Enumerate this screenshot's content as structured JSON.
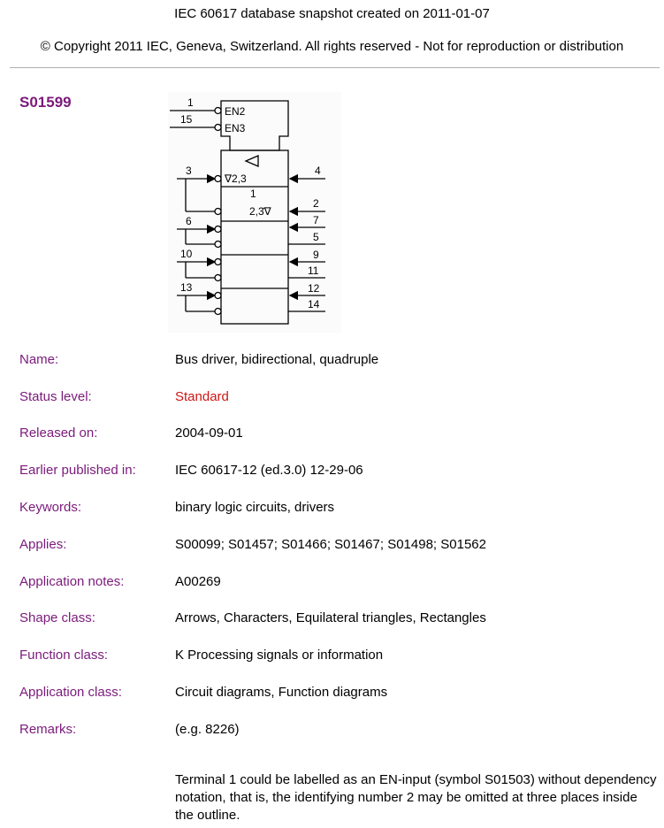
{
  "header": {
    "line1": "IEC 60617 database snapshot created on 2011-01-07",
    "line2": "© Copyright 2011 IEC, Geneva, Switzerland. All rights reserved - Not for reproduction or distribution"
  },
  "symbol": {
    "id": "S01599",
    "diagram": {
      "labels": {
        "en2": "EN2",
        "en3": "EN3",
        "tri_dep": "∇2,3",
        "one": "1",
        "dep2": "2,3̄∇",
        "p1": "1",
        "p15": "15",
        "p3": "3",
        "p4": "4",
        "p2": "2",
        "p7": "7",
        "p6": "6",
        "p5": "5",
        "p9": "9",
        "p10": "10",
        "p11": "11",
        "p12": "12",
        "p13": "13",
        "p14": "14"
      }
    }
  },
  "fields": [
    {
      "label": "Name:",
      "value": "Bus driver, bidirectional, quadruple"
    },
    {
      "label": "Status level:",
      "value": "Standard"
    },
    {
      "label": "Released on:",
      "value": "2004-09-01"
    },
    {
      "label": "Earlier published in:",
      "value": "IEC 60617-12 (ed.3.0) 12-29-06"
    },
    {
      "label": "Keywords:",
      "value": "binary logic circuits, drivers"
    },
    {
      "label": "Applies:",
      "value": "S00099; S01457; S01466; S01467; S01498; S01562"
    },
    {
      "label": "Application notes:",
      "value": "A00269"
    },
    {
      "label": "Shape class:",
      "value": "Arrows, Characters, Equilateral triangles, Rectangles"
    },
    {
      "label": "Function class:",
      "value": "K Processing signals or information"
    },
    {
      "label": "Application class:",
      "value": "Circuit diagrams, Function diagrams"
    },
    {
      "label": "Remarks:",
      "value": "(e.g. 8226)"
    }
  ],
  "remarks_note": "Terminal 1 could be labelled as an EN-input (symbol S01503) without dependency notation, that is, the identifying number 2 may be omitted at three places inside the outline.",
  "colors": {
    "label": "#7b1a7b",
    "status": "#d01515"
  }
}
